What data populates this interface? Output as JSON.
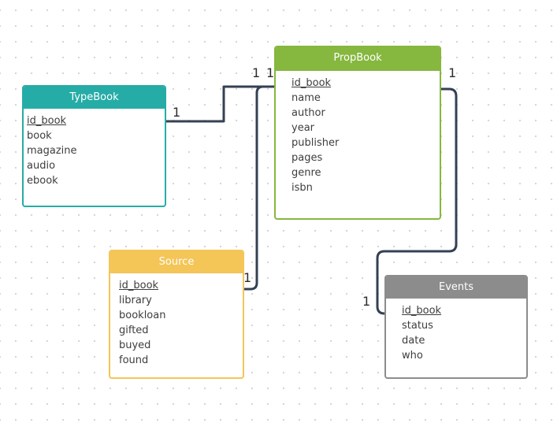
{
  "entities": {
    "typebook": {
      "title": "TypeBook",
      "color": "#26aca6",
      "fields": [
        "id_book",
        "book",
        "magazine",
        "audio",
        "ebook"
      ]
    },
    "propbook": {
      "title": "PropBook",
      "color": "#86b73f",
      "fields": [
        "id_book",
        "name",
        "author",
        "year",
        "publisher",
        "pages",
        "genre",
        "isbn"
      ]
    },
    "source": {
      "title": "Source",
      "color": "#f4c557",
      "fields": [
        "id_book",
        "library",
        "bookloan",
        "gifted",
        "buyed",
        "found"
      ]
    },
    "events": {
      "title": "Events",
      "color": "#8c8c8c",
      "fields": [
        "id_book",
        "status",
        "date",
        "who"
      ]
    }
  },
  "relationships": [
    {
      "from": "TypeBook",
      "to": "PropBook",
      "from_label": "1",
      "to_label": "1"
    },
    {
      "from": "Source",
      "to": "PropBook",
      "from_label": "1",
      "to_label": "1"
    },
    {
      "from": "PropBook",
      "to": "Events",
      "from_label": "1",
      "to_label": "1"
    }
  ],
  "connector_color": "#344154"
}
